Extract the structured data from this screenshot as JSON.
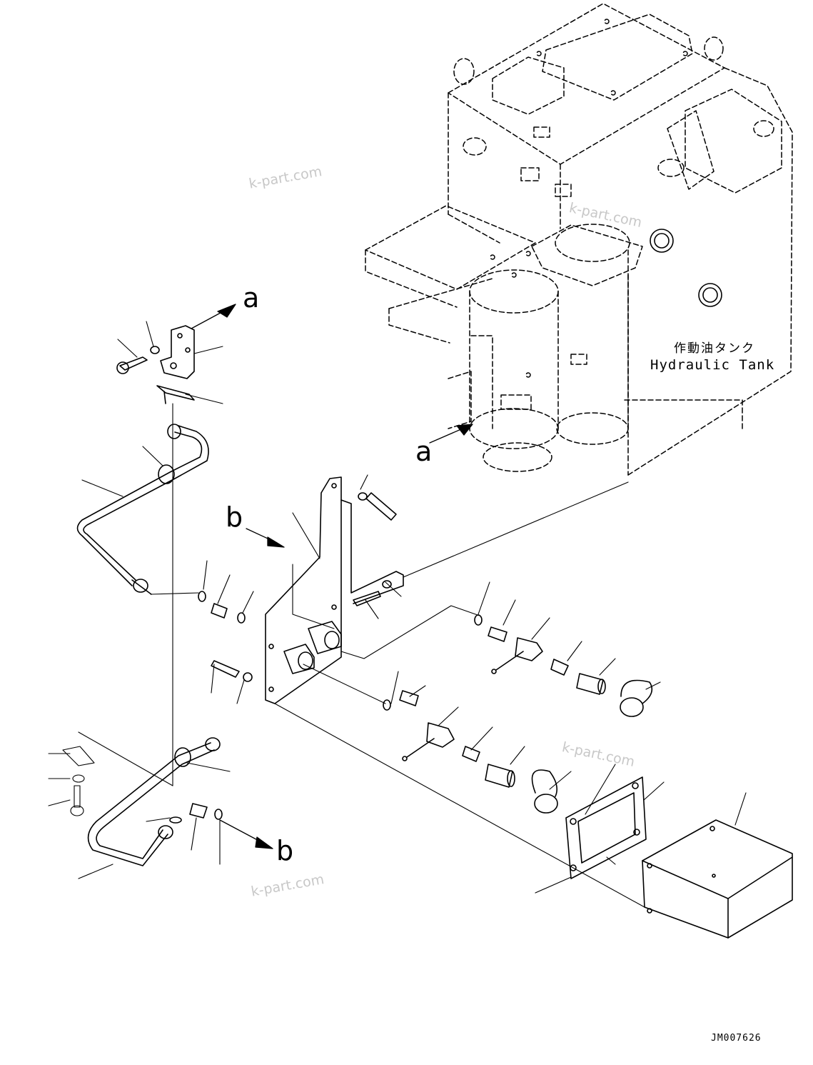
{
  "diagram": {
    "tank_label_jp": "作動油タンク",
    "tank_label_en": "Hydraulic Tank",
    "callouts": {
      "a_top": "a",
      "a_tank": "a",
      "b_bracket": "b",
      "b_bottom": "b"
    },
    "drawing_code": "JM007626",
    "watermarks": [
      "k-part.com",
      "k-part.com",
      "k-part.com",
      "k-part.com"
    ]
  }
}
